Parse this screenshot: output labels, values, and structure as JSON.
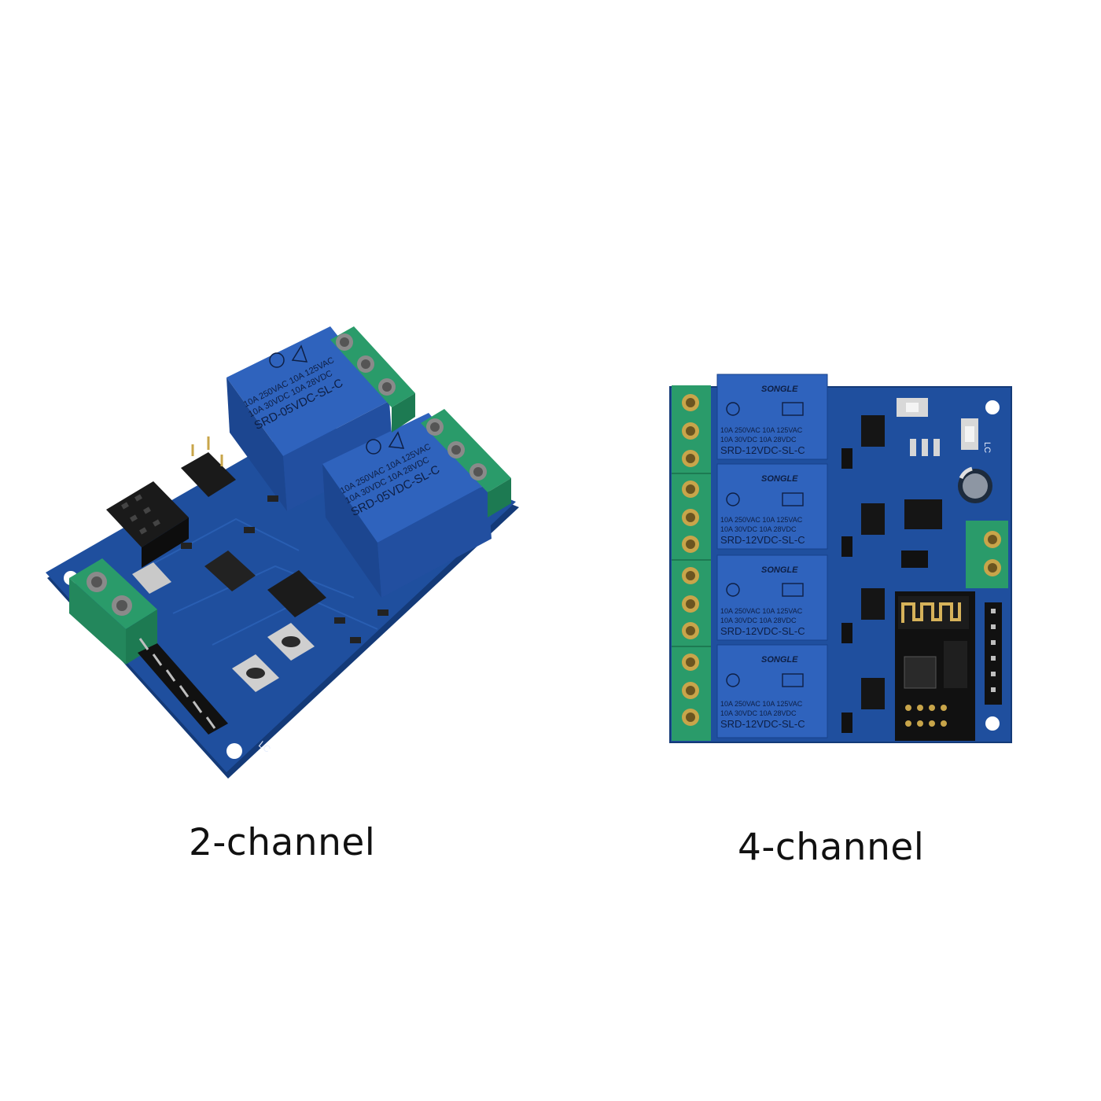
{
  "products": [
    {
      "caption": "2-channel",
      "relay_label": {
        "line1": "10A 250VAC  10A 125VAC",
        "line2": "10A  30VDC  10A  28VDC",
        "model": "SRD-05VDC-SL-C"
      },
      "board_mark": "LC"
    },
    {
      "caption": "4-channel",
      "relay_label": {
        "brand": "SONGLE",
        "line1": "10A 250VAC  10A 125VAC",
        "line2": "10A  30VDC  10A  28VDC",
        "model": "SRD-12VDC-SL-C"
      },
      "board_mark": "LC"
    }
  ],
  "colors": {
    "pcb": "#1f4f9e",
    "pcb_edge": "#143a78",
    "relay": "#2a5ab0",
    "terminal": "#2a9b6a",
    "background": "#ffffff"
  }
}
